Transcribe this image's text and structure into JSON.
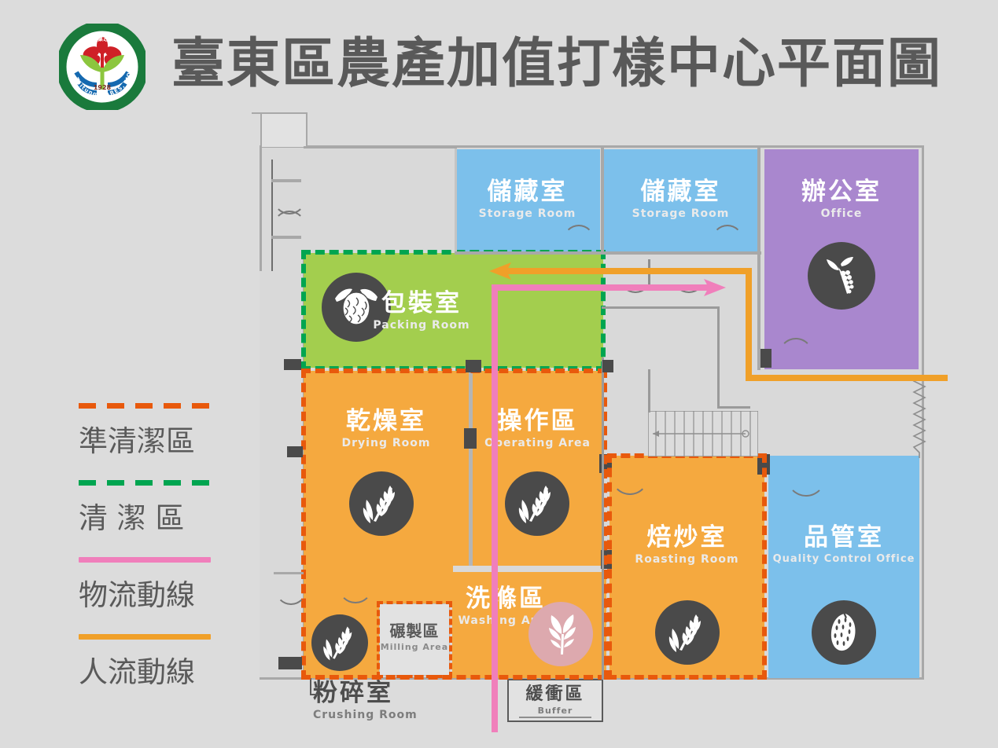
{
  "header": {
    "title": "臺東區農產加值打樣中心平面圖",
    "logo_year": "1928",
    "logo_text_en": "Taitung DARES, MOA"
  },
  "legend": {
    "items": [
      {
        "id": "semi-clean",
        "label": "準清潔區",
        "style": "dashed",
        "color": "#E8590C"
      },
      {
        "id": "clean",
        "label": "清 潔 區",
        "style": "dashed",
        "color": "#00A550"
      },
      {
        "id": "material-flow",
        "label": "物流動線",
        "style": "solid",
        "color": "#F07FBB"
      },
      {
        "id": "people-flow",
        "label": "人流動線",
        "style": "solid",
        "color": "#F0A029"
      }
    ]
  },
  "plan": {
    "rooms": [
      {
        "id": "storage-room-1",
        "zh": "儲藏室",
        "en": "Storage Room",
        "color": "#7CC0EB",
        "label_color": "white",
        "icon": null
      },
      {
        "id": "storage-room-2",
        "zh": "儲藏室",
        "en": "Storage Room",
        "color": "#7CC0EB",
        "label_color": "white",
        "icon": null
      },
      {
        "id": "office",
        "zh": "辦公室",
        "en": "Office",
        "color": "#A987CE",
        "label_color": "white",
        "icon": "millet-icon"
      },
      {
        "id": "packing-room",
        "zh": "包裝室",
        "en": "Packing Room",
        "color": "#A3CE4E",
        "label_color": "white",
        "icon": "custard-apple-icon"
      },
      {
        "id": "drying-room",
        "zh": "乾燥室",
        "en": "Drying Room",
        "color": "#F5A93F",
        "label_color": "white",
        "icon": "grain-icon"
      },
      {
        "id": "operating-area",
        "zh": "操作區",
        "en": "Operating Area",
        "color": "#F5A93F",
        "label_color": "white",
        "icon": "grain-icon"
      },
      {
        "id": "roasting-room",
        "zh": "焙炒室",
        "en": "Roasting Room",
        "color": "#F5A93F",
        "label_color": "white",
        "icon": "grain-icon"
      },
      {
        "id": "quality-control-office",
        "zh": "品管室",
        "en": "Quality Control Office",
        "color": "#7CC0EB",
        "label_color": "white",
        "icon": "bitter-gourd-icon"
      },
      {
        "id": "washing-area",
        "zh": "洗滌區",
        "en": "Washing Area",
        "color": "#F5A93F",
        "label_color": "white",
        "icon": "tea-leaf-icon"
      },
      {
        "id": "milling-area",
        "zh": "碾製區",
        "en": "Milling Area",
        "color": "#E2E2E2",
        "label_color": "gray",
        "icon": null
      },
      {
        "id": "crushing-room",
        "zh": "粉碎室",
        "en": "Crushing Room",
        "color": "#F5A93F",
        "label_color": "dark",
        "icon": "grain-icon"
      },
      {
        "id": "buffer",
        "zh": "緩衝區",
        "en": "Buffer",
        "color": "#E2E2E2",
        "label_color": "dark",
        "icon": null
      }
    ],
    "zones": [
      {
        "id": "clean-zone-boundary",
        "color": "#00A550",
        "label": "清潔區"
      },
      {
        "id": "semi-clean-zone-boundary",
        "color": "#E8590C",
        "label": "準清潔區"
      }
    ],
    "flows": [
      {
        "id": "material-flow-line",
        "color": "#F07FBB",
        "label": "物流動線"
      },
      {
        "id": "people-flow-line",
        "color": "#F0A029",
        "label": "人流動線"
      }
    ]
  },
  "colors": {
    "background": "#DCDCDC",
    "storage_blue": "#7CC0EB",
    "office_purple": "#A987CE",
    "packing_green": "#A3CE4E",
    "process_orange": "#F5A93F",
    "clean_green": "#00A550",
    "semi_clean_orange": "#E8590C",
    "flow_pink": "#F07FBB",
    "flow_orange": "#F0A029",
    "icon_dark": "#4A4A4A",
    "icon_pink": "#DDA9AE",
    "text_gray": "#5A5A5A"
  }
}
